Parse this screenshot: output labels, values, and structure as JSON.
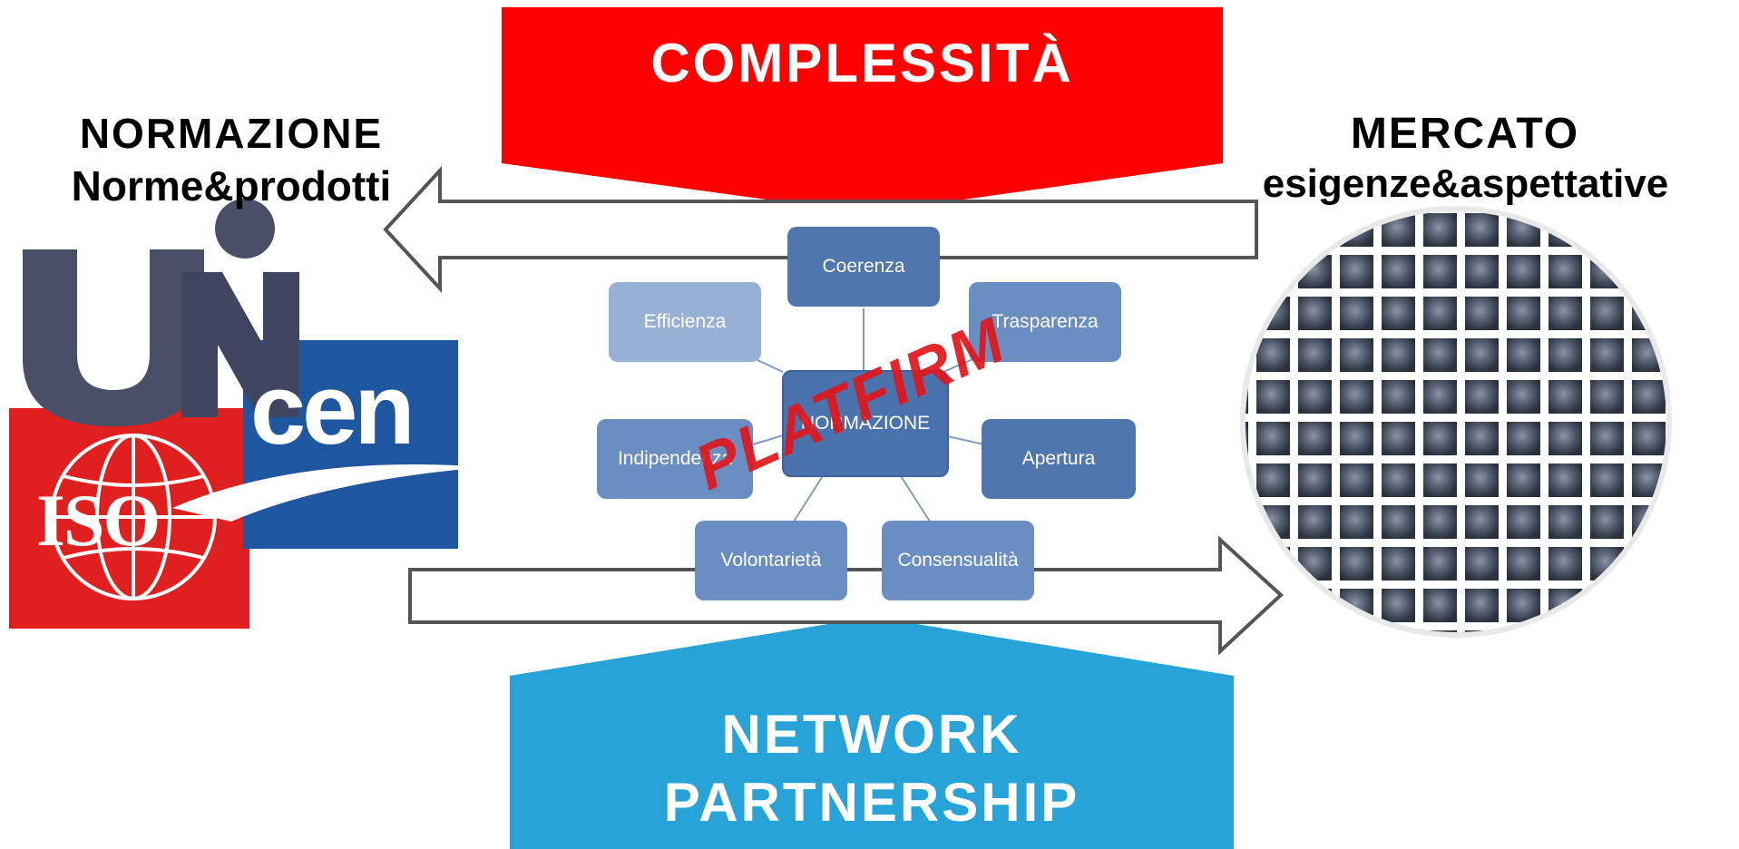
{
  "top_banner": {
    "text": "COMPLESSITÀ",
    "color": "#ff0000"
  },
  "bottom_banner": {
    "line1": "NETWORK",
    "line2": "PARTNERSHIP",
    "color": "#27a3d8"
  },
  "left_heading": {
    "line1": "NORMAZIONE",
    "line2": "Norme&prodotti"
  },
  "right_heading": {
    "line1": "MERCATO",
    "line2": "esigenze&aspettative"
  },
  "logos": {
    "uni": "UNI",
    "cen": "cen",
    "iso": "ISO"
  },
  "diagram": {
    "center": "NORMAZIONE",
    "nodes": {
      "coerenza": "Coerenza",
      "trasparenza": "Trasparenza",
      "apertura": "Apertura",
      "consensualita": "Consensualità",
      "volontarieta": "Volontarietà",
      "indipendenza": "Indipendenza",
      "efficienza": "Efficienza"
    },
    "overlay": "PLATFIRM"
  },
  "colors": {
    "node_dark": "#4f77ad",
    "node_light": "#97b0d6",
    "overlay": "#e0161c",
    "arrow_outline": "#555555"
  }
}
